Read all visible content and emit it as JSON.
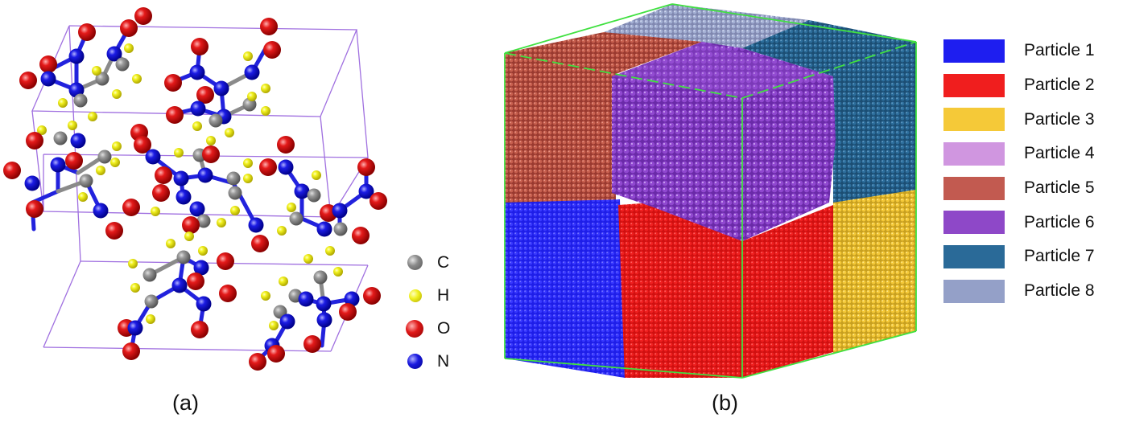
{
  "figure": {
    "panel_a": {
      "caption": "(a)",
      "legend": [
        {
          "symbol": "C",
          "color": "#8a8a8a"
        },
        {
          "symbol": "H",
          "color": "#f0f020"
        },
        {
          "symbol": "O",
          "color": "#e01818"
        },
        {
          "symbol": "N",
          "color": "#1a1ae0"
        }
      ],
      "cell_color": "#a070e0"
    },
    "panel_b": {
      "caption": "(b)",
      "edge_color": "#40e040",
      "legend": [
        {
          "label": "Particle 1",
          "color": "#1e1ef0"
        },
        {
          "label": "Particle 2",
          "color": "#f01e1e"
        },
        {
          "label": "Particle 3",
          "color": "#f5c938"
        },
        {
          "label": "Particle 4",
          "color": "#d096e0"
        },
        {
          "label": "Particle 5",
          "color": "#c25a50"
        },
        {
          "label": "Particle 6",
          "color": "#8e48c8"
        },
        {
          "label": "Particle 7",
          "color": "#2a6a98"
        },
        {
          "label": "Particle 8",
          "color": "#94a0c8"
        }
      ]
    }
  }
}
